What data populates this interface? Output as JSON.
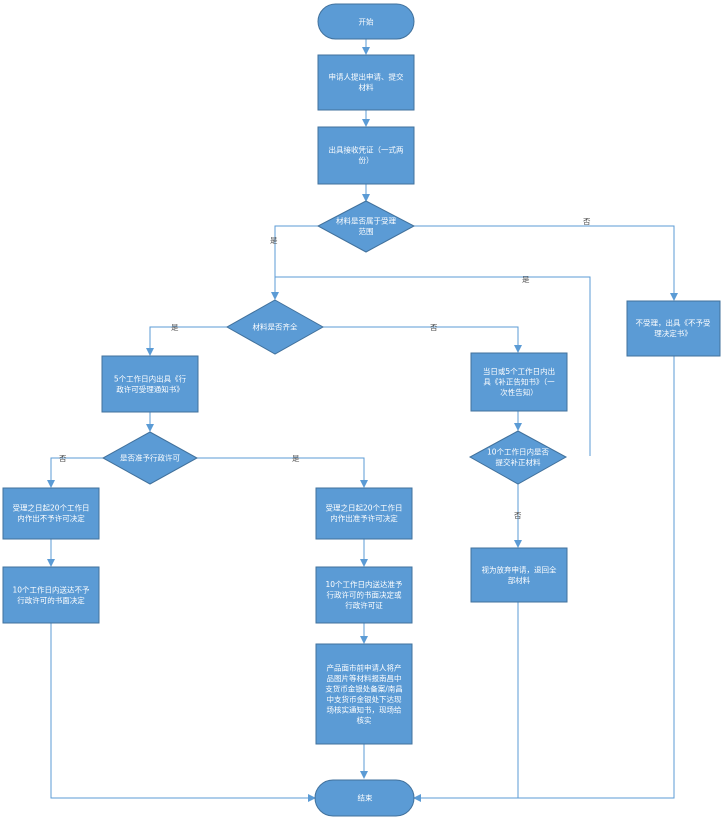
{
  "nodes": {
    "start": [
      "开始"
    ],
    "apply": [
      "申请人提出申请、提交",
      "材料"
    ],
    "receipt": [
      "出具接收凭证（一式两",
      "份）"
    ],
    "scope": [
      "材料是否属于受理",
      "范围"
    ],
    "reject_scope": [
      "不受理，出具《不予受",
      "理决定书》"
    ],
    "complete": [
      "材料是否齐全"
    ],
    "accept_notice": [
      "5个工作日内出具《行",
      "政许可受理通知书》"
    ],
    "supplement_notice": [
      "当日或5个工作日内出",
      "具《补正告知书》（一",
      "次性告知）"
    ],
    "supplement_check": [
      "10个工作日内是否",
      "提交补正材料"
    ],
    "permit_check": [
      "是否准予行政许可"
    ],
    "deny_decision": [
      "受理之日起20个工作日",
      "内作出不予许可决定"
    ],
    "approve_decision": [
      "受理之日起20个工作日",
      "内作出准予许可决定"
    ],
    "withdraw": [
      "视为放弃申请，退回全",
      "部材料"
    ],
    "deny_doc": [
      "10个工作日内送达不予",
      "行政许可的书面决定"
    ],
    "approve_doc": [
      "10个工作日内送达准予",
      "行政许可的书面决定或",
      "行政许可证"
    ],
    "filing": [
      "产品面市前申请人将产",
      "品图片等材料报南昌中",
      "支货币金银处备案/南昌",
      "中支货币金银处下达现",
      "场核实通知书，现场给",
      "核实"
    ],
    "end": [
      "结束"
    ]
  },
  "edge_labels": {
    "scope_no": "否",
    "scope_yes": "是",
    "complete_yes": "是",
    "complete_no": "否",
    "permit_no": "否",
    "permit_yes": "是",
    "supplement_yes": "是",
    "supplement_no": "否"
  }
}
